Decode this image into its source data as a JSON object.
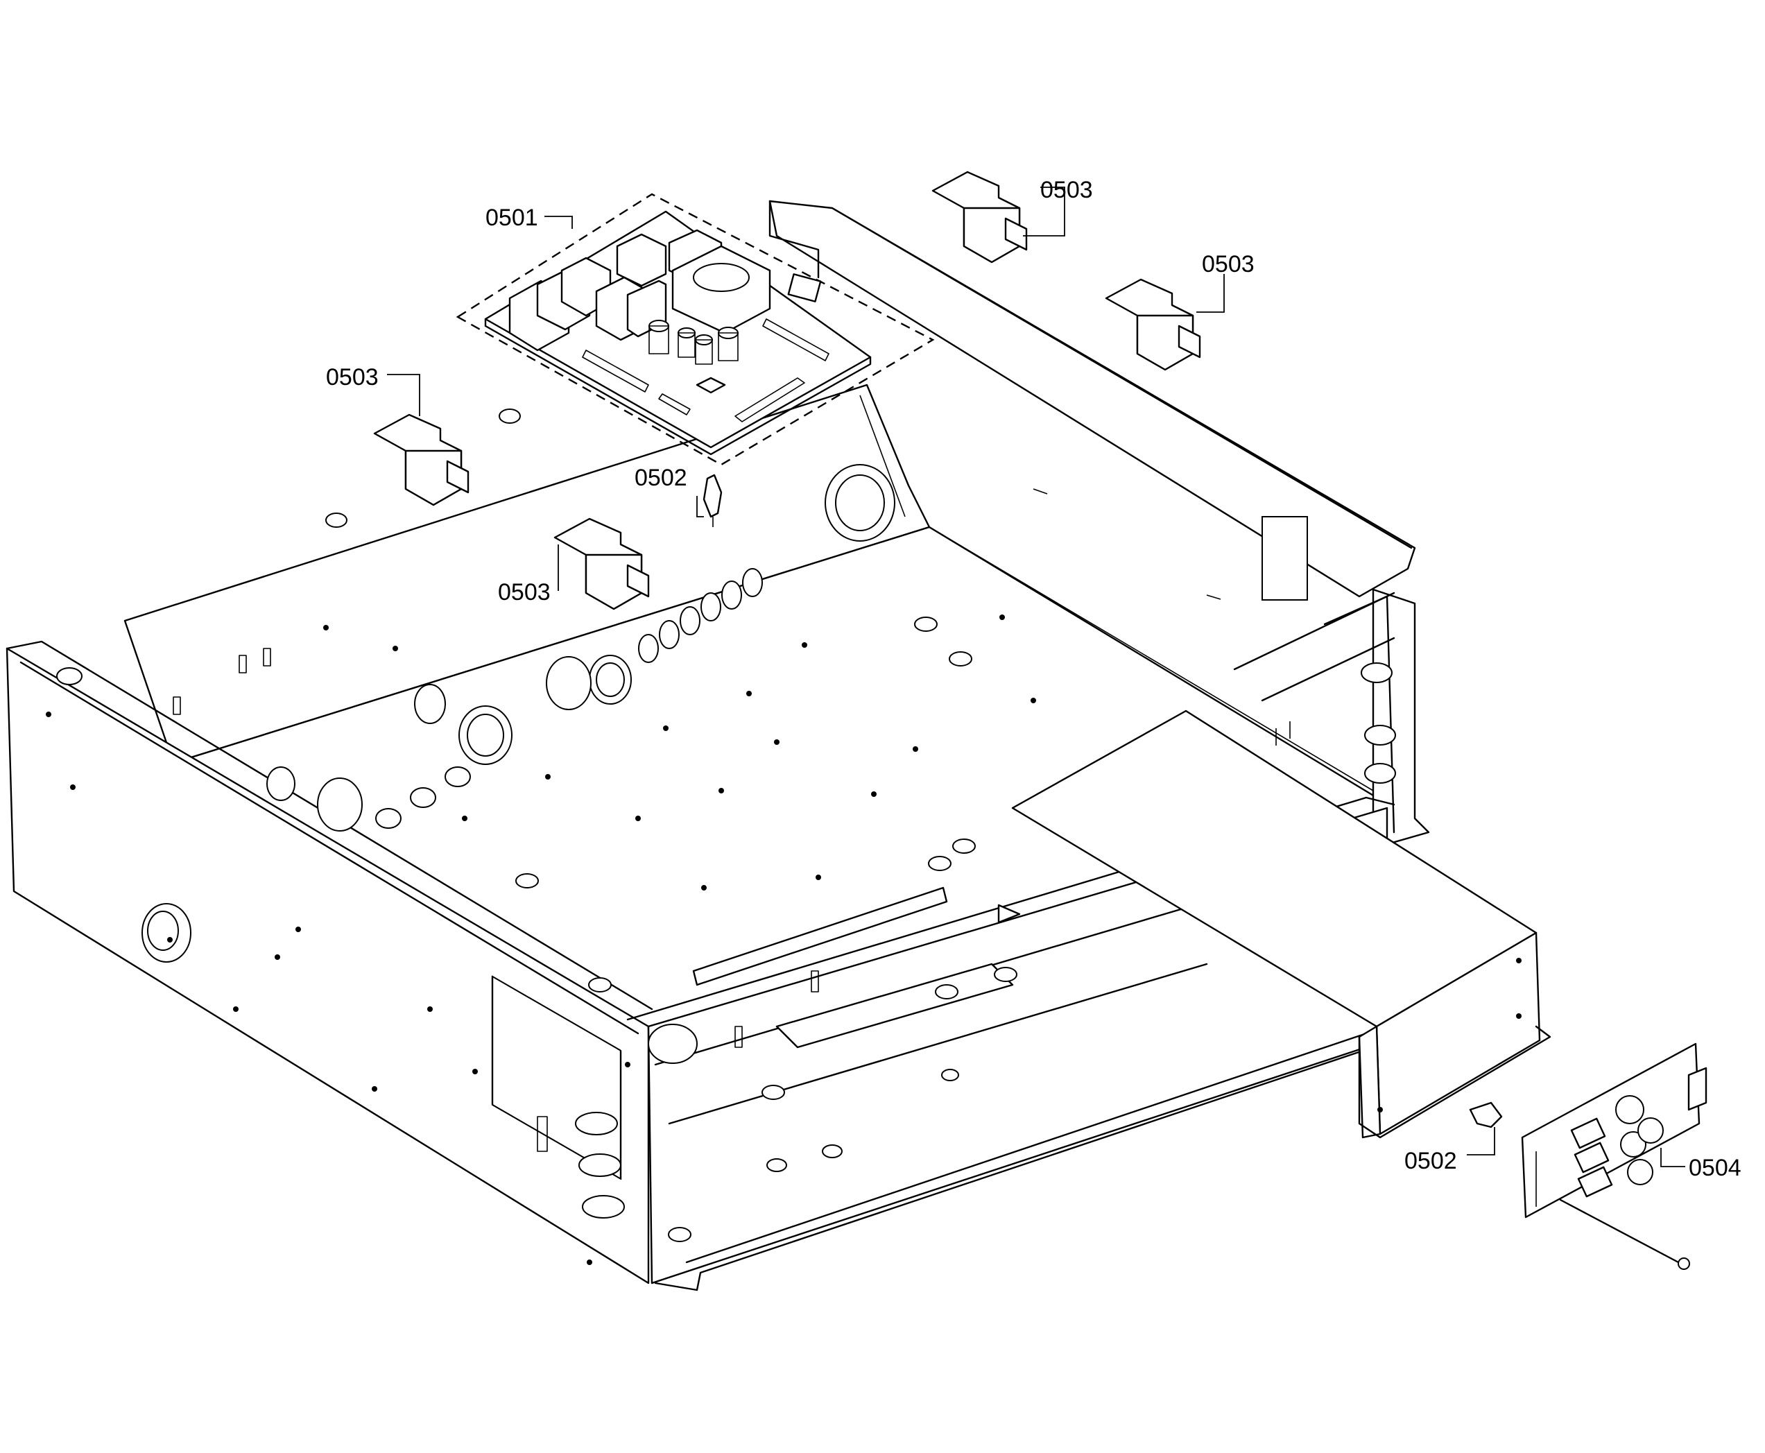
{
  "callouts": [
    {
      "id": "0501",
      "label": "0501",
      "part": "control-board"
    },
    {
      "id": "0502a",
      "label": "0502",
      "part": "spacer-clip"
    },
    {
      "id": "0502b",
      "label": "0502",
      "part": "spacer-clip"
    },
    {
      "id": "0503a",
      "label": "0503",
      "part": "relay"
    },
    {
      "id": "0503b",
      "label": "0503",
      "part": "relay"
    },
    {
      "id": "0503c",
      "label": "0503",
      "part": "relay"
    },
    {
      "id": "0503d",
      "label": "0503",
      "part": "relay"
    },
    {
      "id": "0504",
      "label": "0504",
      "part": "filter-board"
    }
  ]
}
